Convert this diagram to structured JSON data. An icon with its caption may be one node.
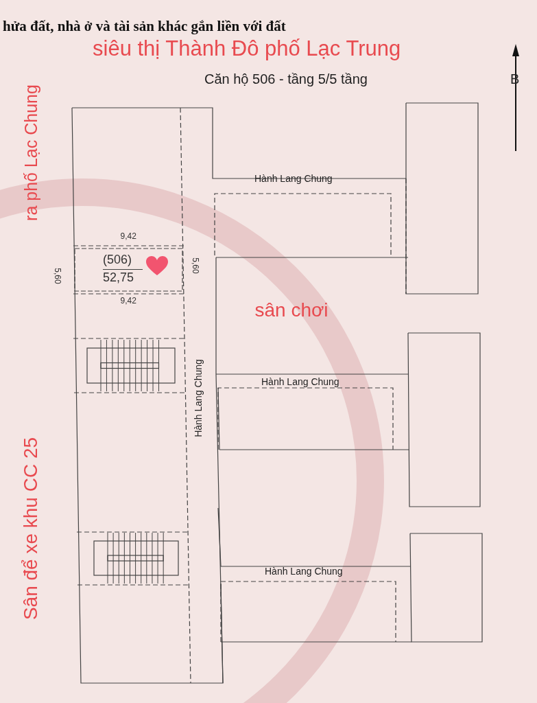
{
  "diagram": {
    "nodes": [
      {
        "text": [
          "(506)",
          "52,75"
        ]
      }
    ],
    "labels": [
      "hửa đất, nhà ở và tài sản khác gắn liền với đất",
      "siêu thị Thành Đô phố Lạc Trung",
      "Căn hộ 506 - tầng 5/5 tầng",
      "B",
      "ra phố Lạc Chung",
      "Hành Lang Chung",
      "9,42",
      "5,60",
      "5,60",
      "9,42",
      "sân chơi",
      "Hành Lang Chung",
      "Hành Lang Chung",
      "Sân để xe khu CC 25",
      "Hành Lang Chung"
    ]
  }
}
